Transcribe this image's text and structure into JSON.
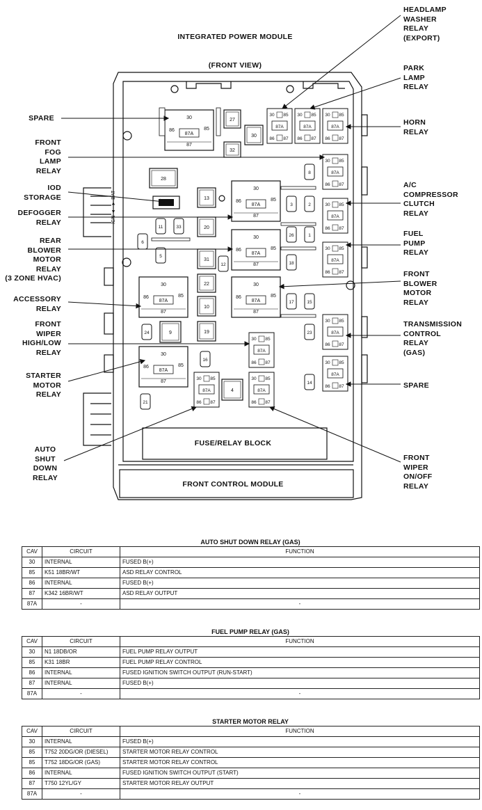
{
  "module_title": [
    "INTEGRATED POWER MODULE",
    "(FRONT VIEW)"
  ],
  "block_labels": {
    "fuse_relay_block": "FUSE/RELAY BLOCK",
    "front_control_module": "FRONT CONTROL MODULE"
  },
  "callouts_left": {
    "spare": "SPARE",
    "front_fog_lamp_relay": "FRONT\nFOG\nLAMP\nRELAY",
    "iod_storage": "IOD\nSTORAGE",
    "defogger_relay": "DEFOGGER\nRELAY",
    "rear_blower_motor_relay": "REAR\nBLOWER\nMOTOR\nRELAY\n(3 ZONE HVAC)",
    "accessory_relay": "ACCESSORY\nRELAY",
    "front_wiper_high_low": "FRONT\nWIPER\nHIGH/LOW\nRELAY",
    "starter_motor_relay": "STARTER\nMOTOR\nRELAY",
    "auto_shut_down_relay": "AUTO\nSHUT\nDOWN\nRELAY"
  },
  "callouts_right": {
    "headlamp_washer_relay": "HEADLAMP\nWASHER\nRELAY\n(EXPORT)",
    "park_lamp_relay": "PARK\nLAMP\nRELAY",
    "horn_relay": "HORN\nRELAY",
    "ac_compressor_clutch_relay": "A/C\nCOMPRESSOR\nCLUTCH\nRELAY",
    "fuel_pump_relay": "FUEL\nPUMP\nRELAY",
    "front_blower_motor_relay": "FRONT\nBLOWER\nMOTOR\nRELAY",
    "transmission_control_relay": "TRANSMISSION\nCONTROL\nRELAY\n(GAS)",
    "spare_right": "SPARE",
    "front_wiper_on_off_relay": "FRONT\nWIPER\nON/OFF\nRELAY"
  },
  "ign_bat_label": "IGN ◄─► BAT",
  "fuse_numbers": [
    "27",
    "30",
    "32",
    "28",
    "13",
    "20",
    "31",
    "22",
    "10",
    "19",
    "9",
    "4",
    "8",
    "3",
    "2",
    "26",
    "1",
    "18",
    "11",
    "33",
    "6",
    "5",
    "12",
    "17",
    "15",
    "23",
    "24",
    "16",
    "21",
    "14"
  ],
  "pin_labels": {
    "p30": "30",
    "p85": "85",
    "p86": "86",
    "p87": "87",
    "p87a": "87A"
  },
  "tables": [
    {
      "title": "AUTO SHUT DOWN RELAY (GAS)",
      "headers": [
        "CAV",
        "CIRCUIT",
        "FUNCTION"
      ],
      "rows": [
        [
          "30",
          "INTERNAL",
          "FUSED B(+)"
        ],
        [
          "85",
          "K51 18BR/WT",
          "ASD RELAY CONTROL"
        ],
        [
          "86",
          "INTERNAL",
          "FUSED B(+)"
        ],
        [
          "87",
          "K342 16BR/WT",
          "ASD RELAY OUTPUT"
        ],
        [
          "87A",
          "-",
          "-"
        ]
      ]
    },
    {
      "title": "FUEL PUMP RELAY (GAS)",
      "headers": [
        "CAV",
        "CIRCUIT",
        "FUNCTION"
      ],
      "rows": [
        [
          "30",
          "N1 18DB/OR",
          "FUEL PUMP RELAY OUTPUT"
        ],
        [
          "85",
          "K31 18BR",
          "FUEL PUMP RELAY CONTROL"
        ],
        [
          "86",
          "INTERNAL",
          "FUSED IGNITION SWITCH OUTPUT (RUN-START)"
        ],
        [
          "87",
          "INTERNAL",
          "FUSED B(+)"
        ],
        [
          "87A",
          "-",
          "-"
        ]
      ]
    },
    {
      "title": "STARTER MOTOR RELAY",
      "headers": [
        "CAV",
        "CIRCUIT",
        "FUNCTION"
      ],
      "rows": [
        [
          "30",
          "INTERNAL",
          "FUSED B(+)"
        ],
        [
          "85",
          "T752 20DG/OR (DIESEL)",
          "STARTER MOTOR RELAY CONTROL"
        ],
        [
          "85",
          "T752 18DG/OR (GAS)",
          "STARTER MOTOR RELAY CONTROL"
        ],
        [
          "86",
          "INTERNAL",
          "FUSED IGNITION SWITCH OUTPUT (START)"
        ],
        [
          "87",
          "T750 12YL/GY",
          "STARTER MOTOR RELAY OUTPUT"
        ],
        [
          "87A",
          "-",
          "-"
        ]
      ]
    }
  ]
}
